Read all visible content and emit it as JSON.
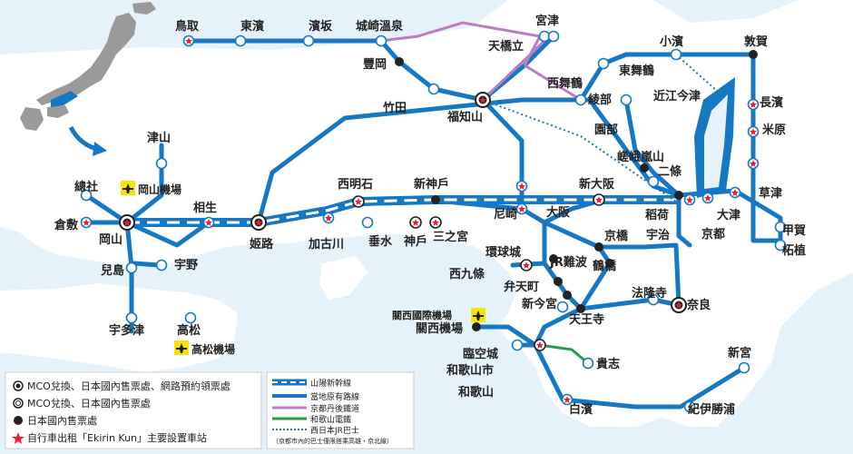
{
  "stations": {
    "tottori": "鳥取",
    "hamasaka_e": "東濱",
    "hamasaka": "濱坂",
    "kinosaki": "城崎溫泉",
    "toyooka": "豐岡",
    "takeda": "竹田",
    "fukuchiyama": "福知山",
    "amanohashidate": "天橋立",
    "miyazu": "宮津",
    "nishimaizuru": "西舞鶴",
    "higashimaizuru": "東舞鶴",
    "ayabe": "綾部",
    "sonobe": "園部",
    "obama": "小濱",
    "tsuruga": "敦賀",
    "omiimazu": "近江今津",
    "nagahama": "長濱",
    "maibara": "米原",
    "saga": "嵯峨嵐山",
    "nijo": "二條",
    "inari": "稻荷",
    "kyoto": "京都",
    "uji": "宇治",
    "otsu": "大津",
    "kusatsu": "草津",
    "koka": "甲賀",
    "tsuge": "柘植",
    "shinosaka": "新大阪",
    "osaka": "大阪",
    "kyobashi": "京橋",
    "tsuruhashi": "鶴橋",
    "amagasaki": "尼崎",
    "shinkobe": "新神戶",
    "kobe": "神戶",
    "sannomiya": "三之宮",
    "tarumi": "垂水",
    "nishiakashi": "西明石",
    "kakogawa": "加古川",
    "himeji": "姬路",
    "aioi": "相生",
    "okayama": "岡山",
    "kurashiki": "倉敷",
    "soja": "總社",
    "tsuyama": "津山",
    "kojima": "兒島",
    "uno": "宇野",
    "utazu": "宇多津",
    "takamatsu": "高松",
    "kyocera": "環球城",
    "nishikujo": "西九條",
    "jrnamba": "JR難波",
    "bentencho": "弁天町",
    "shinimamiya": "新今宮",
    "tennoji": "天王寺",
    "horyuji": "法隆寺",
    "nara": "奈良",
    "kansai_airport": "關西機場",
    "hineno": "臨空城",
    "wakayamashi": "和歌山市",
    "wakayama": "和歌山",
    "kishi": "貴志",
    "shirahama": "白濱",
    "shingu": "新宮",
    "kiikatsuura": "紀伊勝浦"
  },
  "airports": {
    "okayama": "岡山機場",
    "takamatsu": "高松機場",
    "kansai": "關西國際機場"
  },
  "legend_left": [
    {
      "label": "MCO兌換、日本國內售票處、網路預約領票處"
    },
    {
      "label": "MCO兌換、日本國內售票處"
    },
    {
      "label": "日本國內售票處"
    },
    {
      "label": "自行車出租「Ekirin Kun」主要設置車站"
    }
  ],
  "legend_right": [
    {
      "label": "山陽新幹線"
    },
    {
      "label": "當地原有路線"
    },
    {
      "label": "京都丹後鐵道"
    },
    {
      "label": "和歌山電鐵"
    },
    {
      "label": "西日本JR巴士",
      "note": "（京都市內的巴士僅限搭乘高雄・京北線）"
    }
  ],
  "colors": {
    "sea": "#e6f2fa",
    "land": "#ffffff",
    "line": "#1678c2",
    "tango": "#b77fbf",
    "wakayama": "#2b9a46",
    "star": "#e8202e",
    "lake": "#1678c2",
    "japan": "#9a9a9a",
    "airport": "#f5e600"
  }
}
